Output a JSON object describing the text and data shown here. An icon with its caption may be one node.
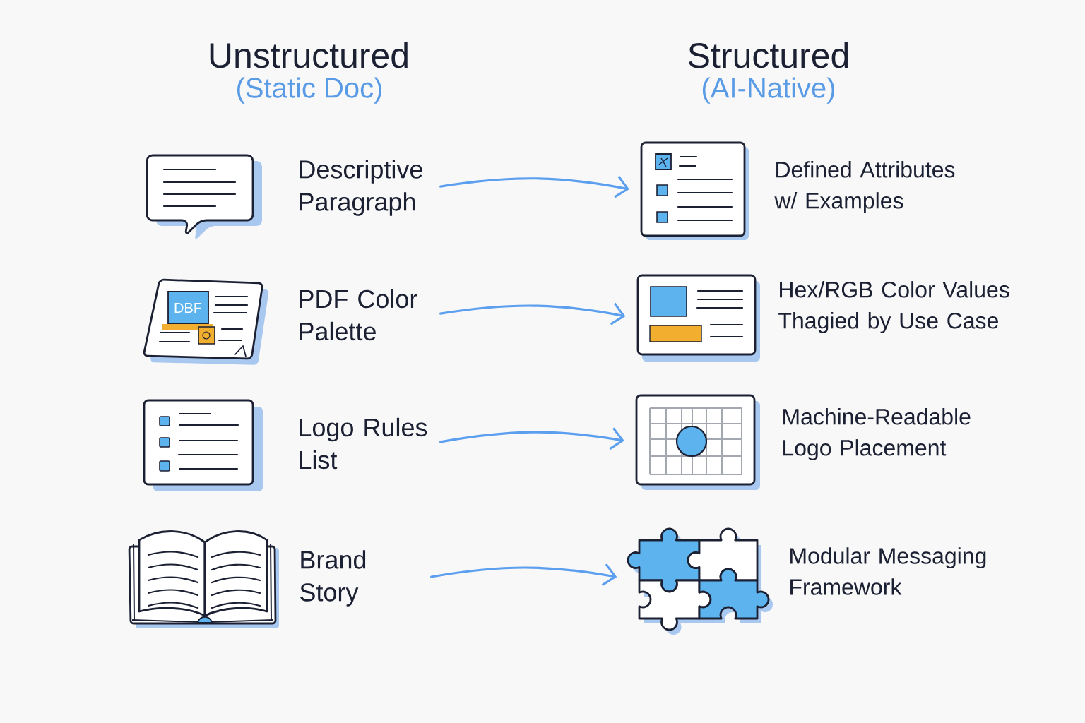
{
  "diagram": {
    "nodes": [
      {
        "text": [],
        "shape": "picture"
      },
      {
        "text": [
          "Descriptive Paragraph"
        ]
      },
      {
        "text": [],
        "shape": "picture",
        "beside": [
          "Defined Attributes w/ Examples"
        ]
      },
      {
        "text": [],
        "shape": "picture"
      },
      {
        "text": [
          "PDF Color Palette"
        ]
      },
      {
        "text": [],
        "shape": "picture",
        "beside": [
          "Hex/RGB Color Values Thagied by Use Case"
        ]
      },
      {
        "text": [],
        "shape": "picture"
      },
      {
        "text": [
          "Logo Rules List"
        ]
      },
      {
        "text": [],
        "shape": "picture",
        "beside": [
          "Machine-Readable Logo Placement"
        ]
      },
      {
        "text": [],
        "shape": "picture"
      },
      {
        "text": [
          "Brand Story"
        ]
      },
      {
        "text": [],
        "shape": "picture",
        "beside": [
          "Modular Messaging Framework"
        ]
      }
    ],
    "edges": [
      {
        "from": 1,
        "to": 2,
        "arrow": "to"
      },
      {
        "from": 4,
        "to": 5,
        "arrow": "to"
      },
      {
        "from": 7,
        "to": 8,
        "arrow": "to"
      },
      {
        "from": 10,
        "to": 11,
        "arrow": "to"
      }
    ],
    "labels": [
      "Unstructured",
      "(Static Doc)",
      "Structured",
      "(AI-Native)",
      "DBF"
    ]
  }
}
